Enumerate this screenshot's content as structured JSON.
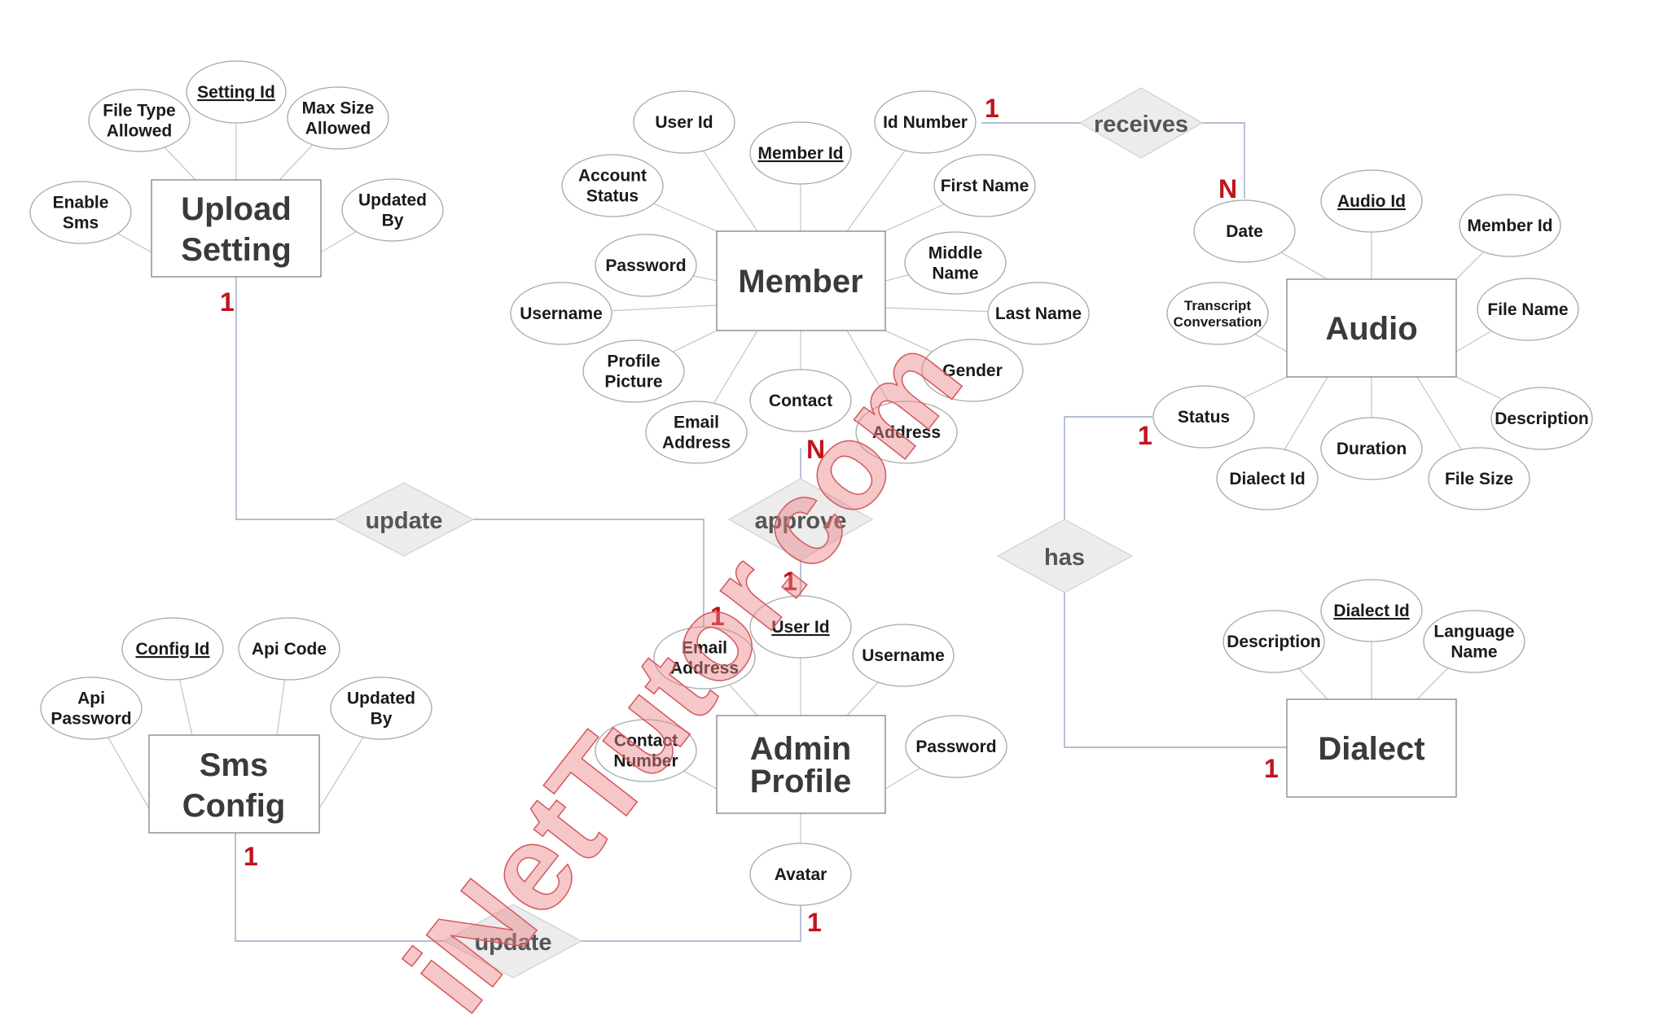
{
  "watermark": "iNetTutor.com",
  "entities": {
    "upload_setting": {
      "lines": [
        "Upload",
        "Setting"
      ]
    },
    "member": {
      "lines": [
        "Member"
      ]
    },
    "audio": {
      "lines": [
        "Audio"
      ]
    },
    "sms_config": {
      "lines": [
        "Sms",
        "Config"
      ]
    },
    "admin_profile": {
      "lines": [
        "Admin",
        "Profile"
      ]
    },
    "dialect": {
      "lines": [
        "Dialect"
      ]
    }
  },
  "relationships": {
    "receives": "receives",
    "update_upload": "update",
    "approve": "approve",
    "has": "has",
    "update_sms": "update"
  },
  "attributes": {
    "us_file_type": {
      "lines": [
        "File Type",
        "Allowed"
      ],
      "key": false
    },
    "us_setting_id": {
      "lines": [
        "Setting Id"
      ],
      "key": true
    },
    "us_max_size": {
      "lines": [
        "Max Size",
        "Allowed"
      ],
      "key": false
    },
    "us_enable_sms": {
      "lines": [
        "Enable",
        "Sms"
      ],
      "key": false
    },
    "us_updated_by": {
      "lines": [
        "Updated",
        "By"
      ],
      "key": false
    },
    "m_user_id": {
      "lines": [
        "User Id"
      ],
      "key": false
    },
    "m_member_id": {
      "lines": [
        "Member Id"
      ],
      "key": true
    },
    "m_id_number": {
      "lines": [
        "Id Number"
      ],
      "key": false
    },
    "m_account_status": {
      "lines": [
        "Account",
        "Status"
      ],
      "key": false
    },
    "m_first_name": {
      "lines": [
        "First Name"
      ],
      "key": false
    },
    "m_password": {
      "lines": [
        "Password"
      ],
      "key": false
    },
    "m_middle_name": {
      "lines": [
        "Middle",
        "Name"
      ],
      "key": false
    },
    "m_username": {
      "lines": [
        "Username"
      ],
      "key": false
    },
    "m_last_name": {
      "lines": [
        "Last Name"
      ],
      "key": false
    },
    "m_profile_picture": {
      "lines": [
        "Profile",
        "Picture"
      ],
      "key": false
    },
    "m_gender": {
      "lines": [
        "Gender"
      ],
      "key": false
    },
    "m_contact": {
      "lines": [
        "Contact"
      ],
      "key": false
    },
    "m_email": {
      "lines": [
        "Email",
        "Address"
      ],
      "key": false
    },
    "m_address": {
      "lines": [
        "Address"
      ],
      "key": false
    },
    "a_date": {
      "lines": [
        "Date"
      ],
      "key": false
    },
    "a_audio_id": {
      "lines": [
        "Audio Id"
      ],
      "key": true
    },
    "a_member_id": {
      "lines": [
        "Member Id"
      ],
      "key": false
    },
    "a_transcript": {
      "lines": [
        "Transcript",
        "Conversation"
      ],
      "key": false
    },
    "a_file_name": {
      "lines": [
        "File Name"
      ],
      "key": false
    },
    "a_status": {
      "lines": [
        "Status"
      ],
      "key": false
    },
    "a_description": {
      "lines": [
        "Description"
      ],
      "key": false
    },
    "a_dialect_id": {
      "lines": [
        "Dialect Id"
      ],
      "key": false
    },
    "a_duration": {
      "lines": [
        "Duration"
      ],
      "key": false
    },
    "a_file_size": {
      "lines": [
        "File Size"
      ],
      "key": false
    },
    "s_config_id": {
      "lines": [
        "Config Id"
      ],
      "key": true
    },
    "s_api_code": {
      "lines": [
        "Api Code"
      ],
      "key": false
    },
    "s_api_password": {
      "lines": [
        "Api",
        "Password"
      ],
      "key": false
    },
    "s_updated_by": {
      "lines": [
        "Updated",
        "By"
      ],
      "key": false
    },
    "ap_user_id": {
      "lines": [
        "User Id"
      ],
      "key": true
    },
    "ap_email": {
      "lines": [
        "Email",
        "Address"
      ],
      "key": false
    },
    "ap_username": {
      "lines": [
        "Username"
      ],
      "key": false
    },
    "ap_contact_number": {
      "lines": [
        "Contact",
        "Number"
      ],
      "key": false
    },
    "ap_password": {
      "lines": [
        "Password"
      ],
      "key": false
    },
    "ap_avatar": {
      "lines": [
        "Avatar"
      ],
      "key": false
    },
    "d_dialect_id": {
      "lines": [
        "Dialect Id"
      ],
      "key": true
    },
    "d_description": {
      "lines": [
        "Description"
      ],
      "key": false
    },
    "d_language_name": {
      "lines": [
        "Language",
        "Name"
      ],
      "key": false
    }
  },
  "cardinalities": {
    "c1": "1",
    "c2": "N",
    "c3": "1",
    "c4": "N",
    "c5": "1",
    "c6": "1",
    "c7": "1",
    "c8": "1",
    "c9": "1",
    "c10": "1"
  }
}
